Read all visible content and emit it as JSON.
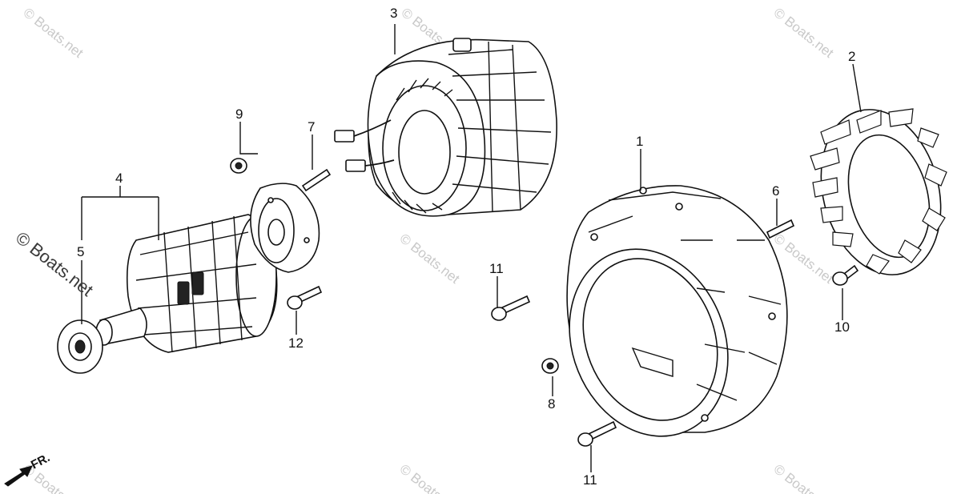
{
  "watermarks": {
    "main": "© Boats.net",
    "faint": "© Boats.net"
  },
  "direction": {
    "label": "FR."
  },
  "callouts": {
    "c1": "1",
    "c2": "2",
    "c3": "3",
    "c4": "4",
    "c5": "5",
    "c6": "6",
    "c7": "7",
    "c8": "8",
    "c9": "9",
    "c10": "10",
    "c11a": "11",
    "c11b": "11",
    "c12": "12"
  }
}
